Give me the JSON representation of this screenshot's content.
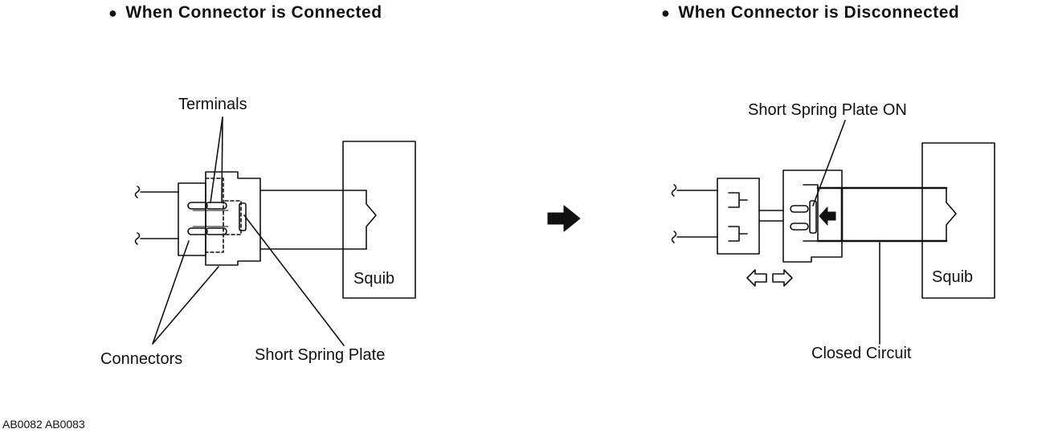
{
  "headings": {
    "connected": "When Connector  is Connected",
    "disconnected": "When Connector is Disconnected"
  },
  "labels": {
    "terminals": "Terminals",
    "connectors": "Connectors",
    "short_spring_plate": "Short Spring Plate",
    "squib_left": "Squib",
    "short_spring_plate_on": "Short Spring Plate ON",
    "squib_right": "Squib",
    "closed_circuit": "Closed Circuit"
  },
  "figure_code": "AB0082 AB0083",
  "colors": {
    "ink": "#111111",
    "background": "#ffffff"
  },
  "icons": {
    "transition_arrow": "solid-right-arrow-icon",
    "move_arrows": "hollow-left-right-arrows-icon",
    "heading_bullet": "bullet-icon"
  }
}
